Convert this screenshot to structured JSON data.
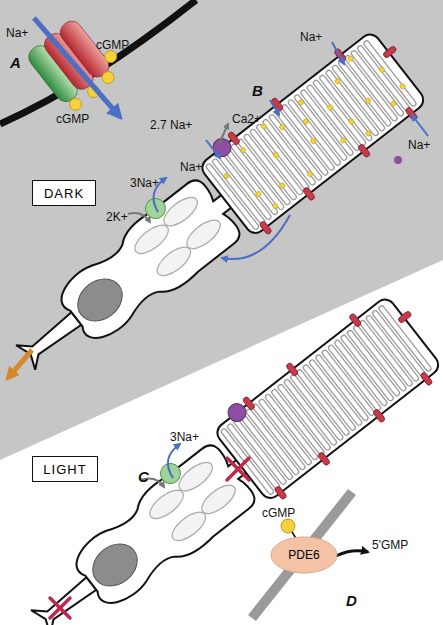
{
  "diagram": {
    "nodes": [
      {
        "text": [
          "DARK"
        ]
      },
      {
        "text": [
          "LIGHT"
        ]
      },
      {
        "text": [
          "PDE6"
        ]
      }
    ],
    "labels": [
      "Na+",
      "cGMP",
      "cGMP",
      "A",
      "B",
      "Na+",
      "2.7 Na+",
      "Ca2+",
      "Na+",
      "Na+",
      "3Na+",
      "2K+",
      "C",
      "3Na+",
      "cGMP",
      "5'GMP",
      "D"
    ]
  }
}
